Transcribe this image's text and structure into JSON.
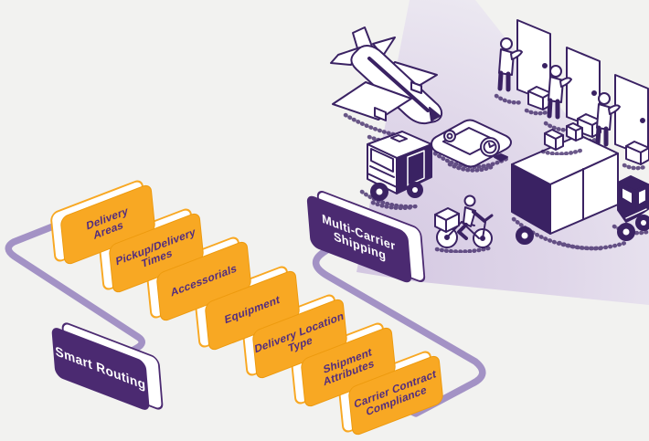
{
  "diagram": {
    "title": "Smart Routing to Multi-Carrier Shipping flow",
    "start": {
      "label": "Smart Routing"
    },
    "result": {
      "label": "Multi-Carrier\nShipping"
    },
    "steps": [
      "Delivery\nAreas",
      "Pickup/Delivery\nTimes",
      "Accessorials",
      "Equipment",
      "Delivery Location\nType",
      "Shipment\nAttributes",
      "Carrier Contract\nCompliance"
    ],
    "illustrations": [
      "airplane",
      "door-delivery-recipient-1",
      "door-delivery-recipient-2",
      "door-delivery-recipient-3",
      "delivery-van",
      "priority-envelope-clock",
      "bike-courier",
      "box-truck",
      "parcels"
    ]
  },
  "colors": {
    "background": "#F2F2F0",
    "step_fill": "#F8A823",
    "step_text": "#522C7E",
    "node_fill": "#4B2A71",
    "node_text": "#FFFFFF",
    "route_line": "#A392C5",
    "beam": "#D3C7E1",
    "illustration_line": "#3A2263"
  }
}
